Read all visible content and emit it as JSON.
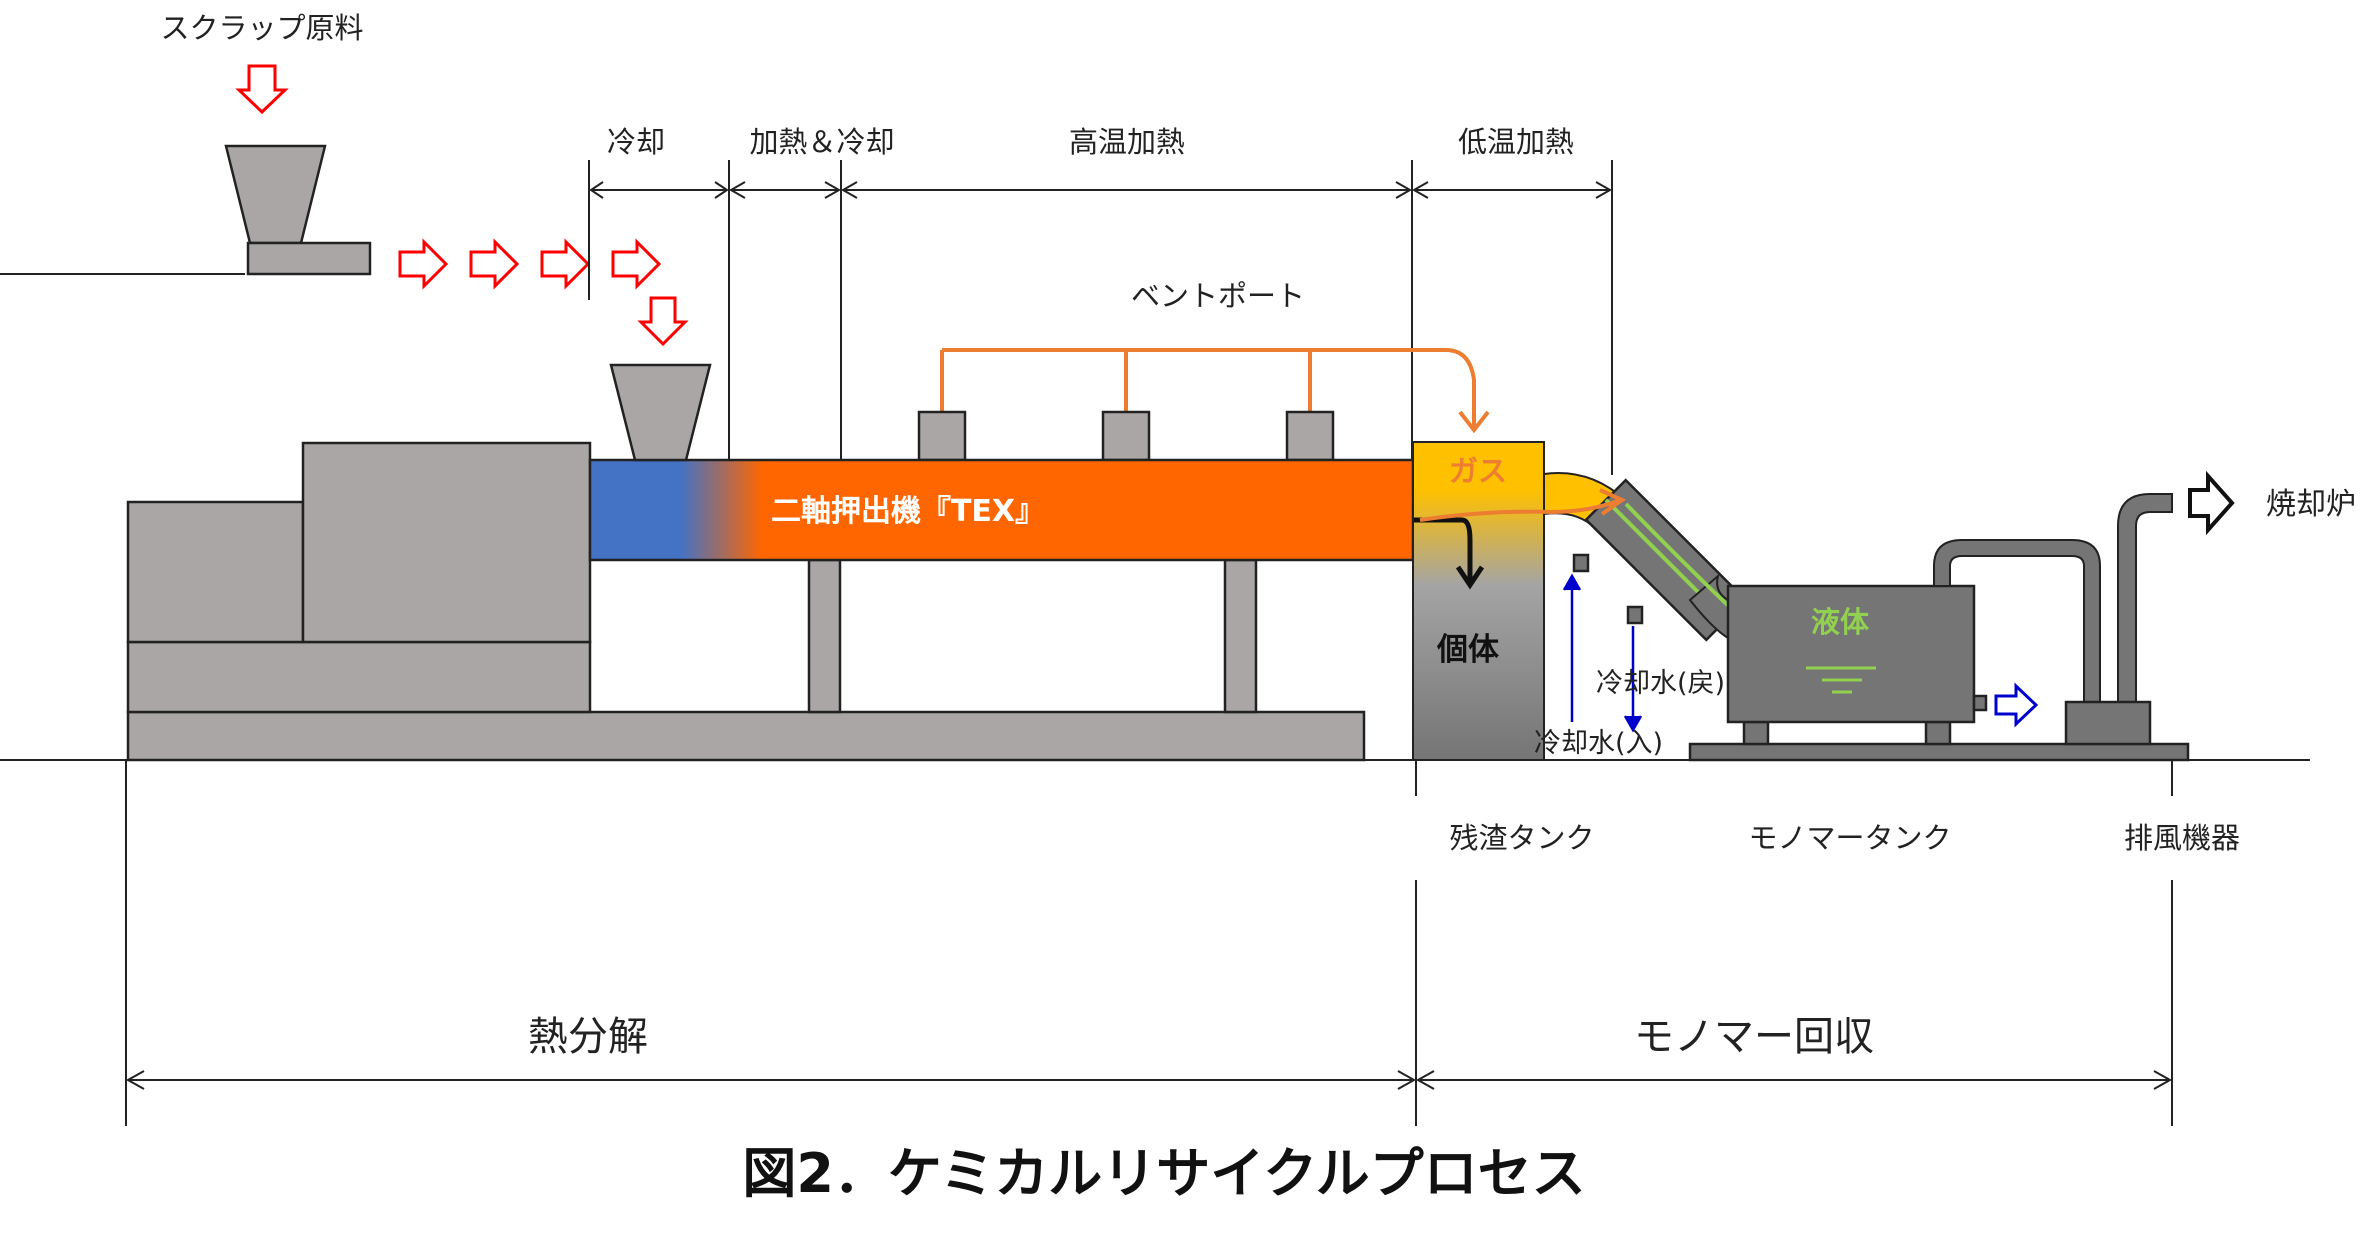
{
  "labels": {
    "scrap": "スクラップ原料",
    "cooling": "冷却",
    "heat_cool": "加熱＆冷却",
    "high_temp": "高温加熱",
    "low_temp": "低温加熱",
    "vent_port": "ベントポート",
    "extruder": "二軸押出機『TEX』",
    "gas": "ガス",
    "solid": "個体",
    "liquid": "液体",
    "coolant_return": "冷却水(戻)",
    "coolant_in": "冷却水(入)",
    "incinerator": "焼却炉",
    "residue_tank": "残渣タンク",
    "monomer_tank": "モノマータンク",
    "exhaust": "排風機器",
    "pyrolysis": "熱分解",
    "monomer_recovery": "モノマー回収",
    "figure_title": "図2．ケミカルリサイクルプロセス"
  },
  "colors": {
    "equipment_gray": "#aaa6a6",
    "dark_gray": "#757575",
    "barrel_orange": "#ff6600",
    "barrel_blue": "#4472c4",
    "gas_yellow": "#ffc000",
    "vent_line_orange": "#ed7d31",
    "liquid_green": "#92d050",
    "feed_arrow_red": "#ff0000",
    "coolant_blue": "#0000cc"
  }
}
